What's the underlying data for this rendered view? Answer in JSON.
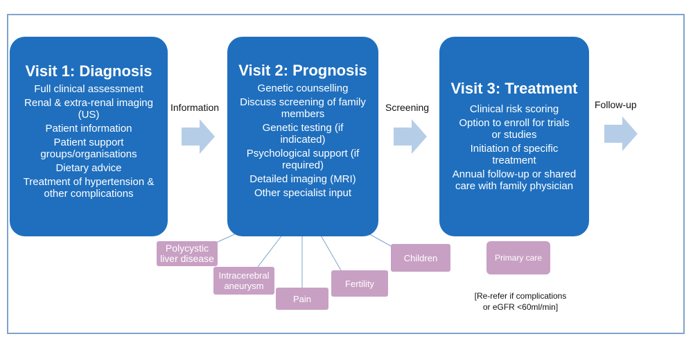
{
  "visits": [
    {
      "title": "Visit 1: Diagnosis",
      "items": [
        "Full clinical assessment",
        "Renal & extra-renal imaging (US)",
        "Patient information",
        "Patient support groups/organisations",
        "Dietary advice",
        "Treatment of hypertension & other complications"
      ]
    },
    {
      "title": "Visit 2: Prognosis",
      "items": [
        "Genetic counselling",
        "Discuss screening of family members",
        "Genetic testing (if indicated)",
        "Psychological support (if required)",
        "Detailed imaging (MRI)",
        "Other specialist input"
      ]
    },
    {
      "title": "Visit 3: Treatment",
      "items": [
        "Clinical risk scoring",
        "Option to enroll for trials or studies",
        "Initiation of specific treatment",
        "Annual follow-up or shared care with family physician"
      ]
    }
  ],
  "arrows": [
    "Information",
    "Screening",
    "Follow-up"
  ],
  "specialists": [
    "Polycystic liver disease",
    "Intracerebral aneurysm",
    "Pain",
    "Fertility",
    "Children"
  ],
  "primary_care": "Primary care",
  "rerefer_note": [
    "[Re-refer if complications",
    "or eGFR <60ml/min]"
  ],
  "colors": {
    "visit_box": "#1f6fbe",
    "arrow": "#b6cde8",
    "specialist_box": "#c8a0c4",
    "frame": "#7fa3cc"
  }
}
